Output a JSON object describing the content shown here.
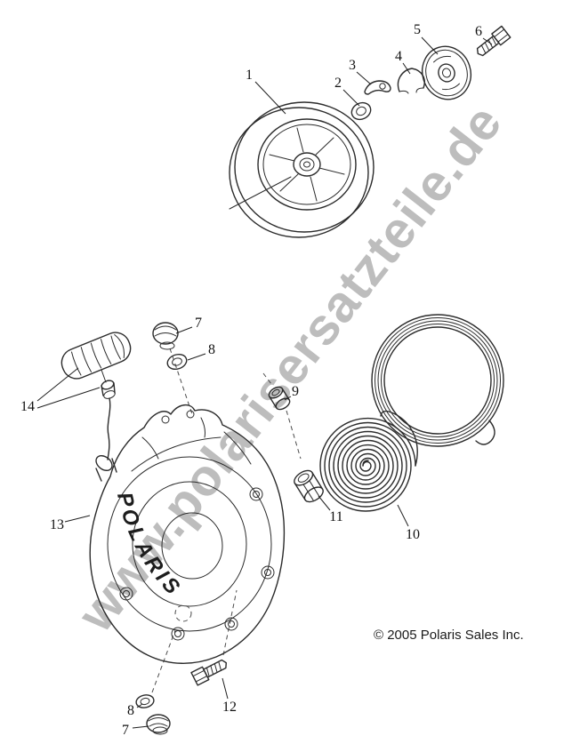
{
  "figure": {
    "watermark": "www.polarisersatzteile.de",
    "copyright": "© 2005 Polaris Sales Inc.",
    "housing_logo": "POLARIS"
  },
  "callouts": {
    "n1": "1",
    "n2": "2",
    "n3": "3",
    "n4": "4",
    "n5": "5",
    "n6": "6",
    "n7_top": "7",
    "n8_top": "8",
    "n9": "9",
    "n10": "10",
    "n11": "11",
    "n12": "12",
    "n13": "13",
    "n14": "14",
    "n7_bottom": "7",
    "n8_bottom": "8"
  }
}
